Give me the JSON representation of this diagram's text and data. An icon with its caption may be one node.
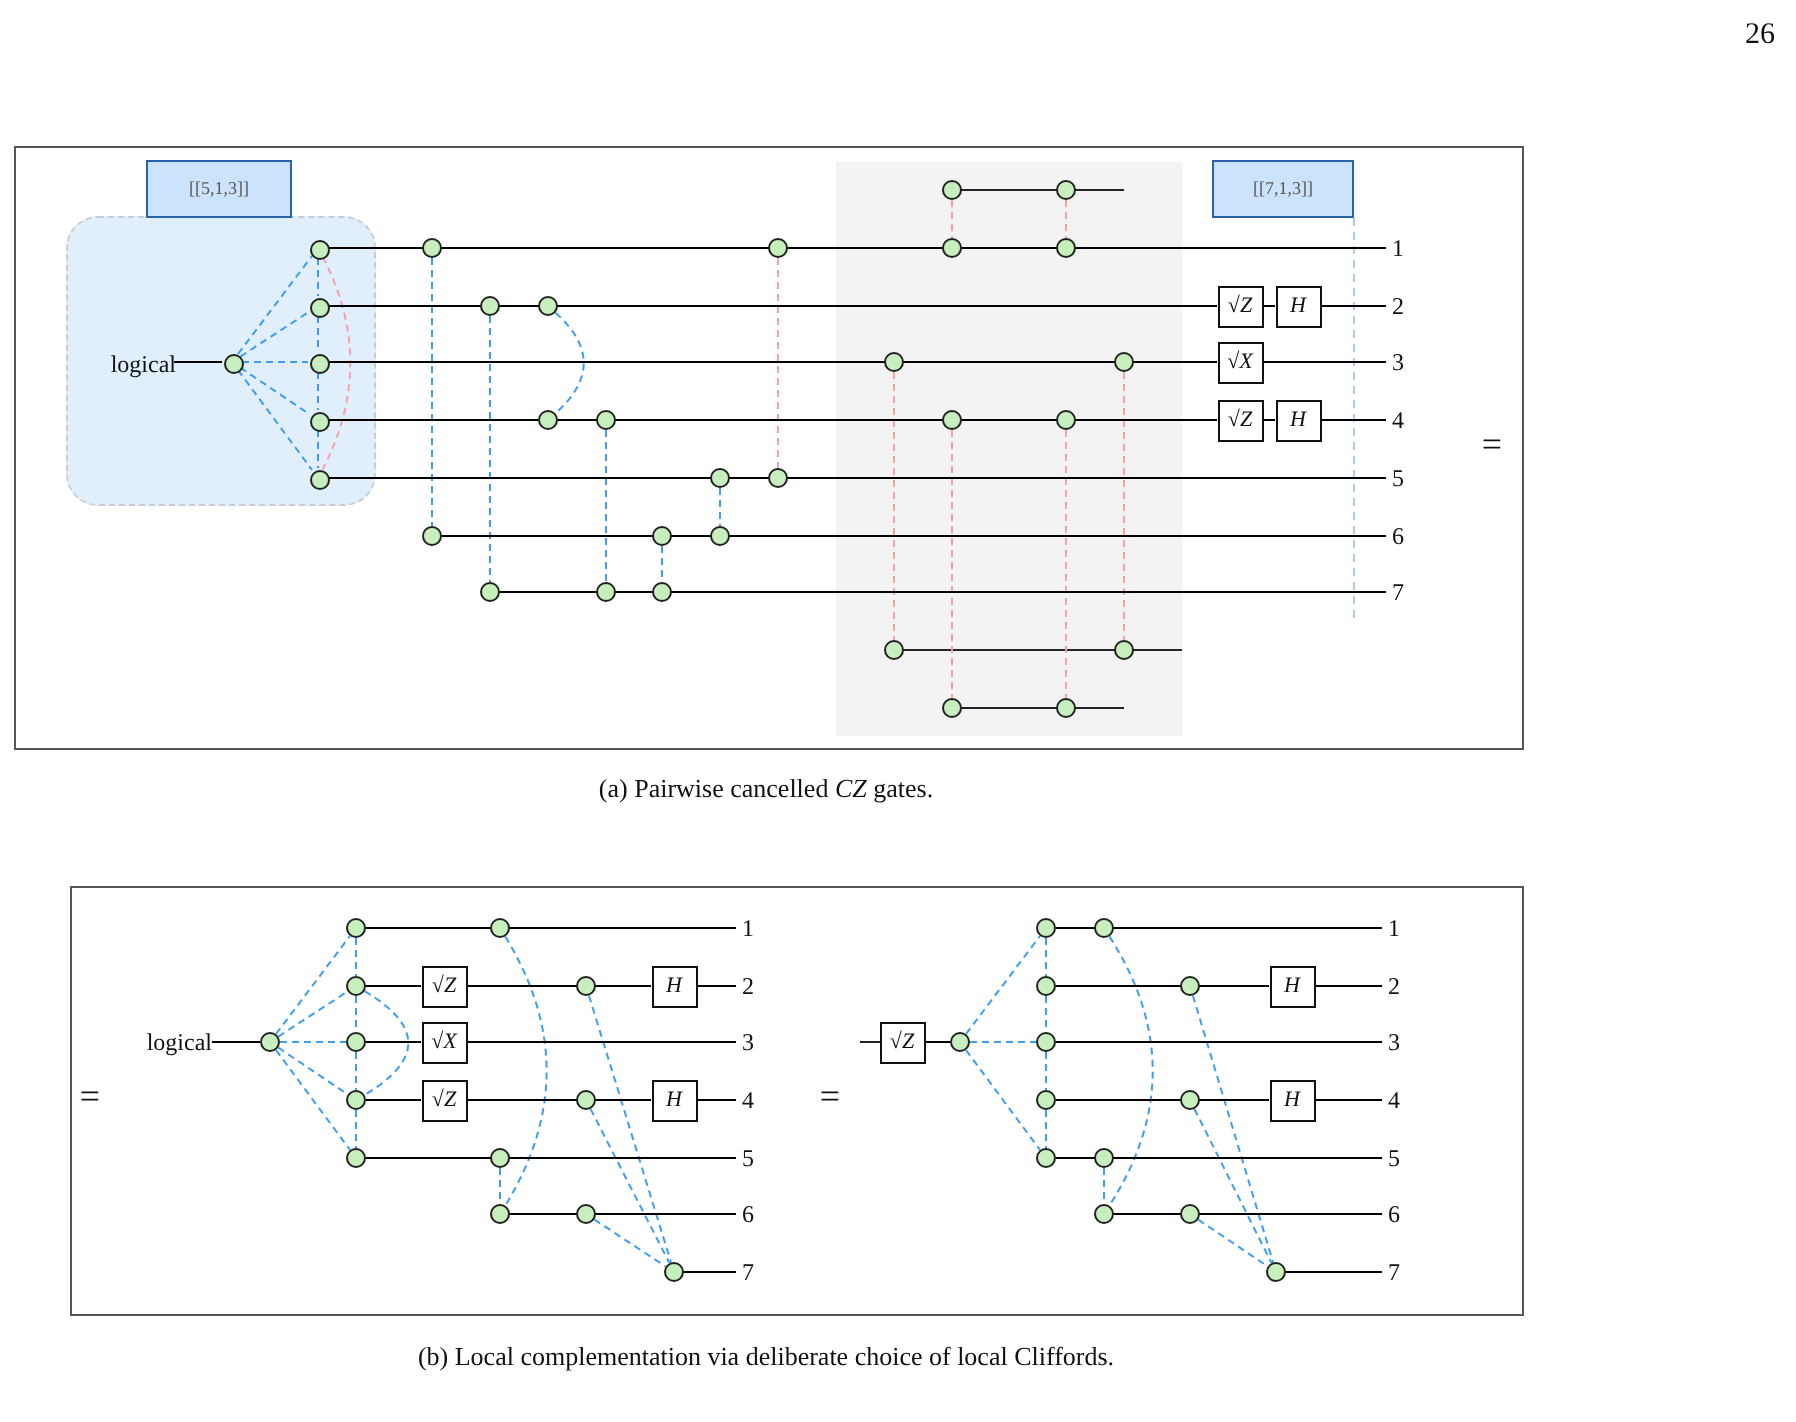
{
  "diagram": {
    "nodes": [
      {
        "text": [
          "[[5,1,3]]"
        ]
      },
      {
        "text": [],
        "shape": "box"
      },
      {
        "text": [
          "logical"
        ],
        "in": 1
      },
      {
        "text": [],
        "shape": "circle",
        "in": 1
      },
      {
        "text": [],
        "shape": "circle",
        "in": 1
      },
      {
        "text": [],
        "shape": "circle",
        "in": 1
      },
      {
        "text": [],
        "shape": "circle",
        "in": 1
      },
      {
        "text": [],
        "shape": "circle",
        "in": 1
      },
      {
        "text": [],
        "shape": "circle",
        "in": 1
      },
      {
        "text": [],
        "shape": "circle"
      },
      {
        "text": [],
        "shape": "circle"
      },
      {
        "text": [],
        "shape": "circle"
      },
      {
        "text": [],
        "shape": "circle"
      },
      {
        "text": [],
        "shape": "circle"
      },
      {
        "text": [],
        "shape": "circle"
      },
      {
        "text": [],
        "shape": "circle"
      },
      {
        "text": [],
        "shape": "circle"
      },
      {
        "text": [],
        "shape": "circle"
      },
      {
        "text": [],
        "shape": "circle"
      },
      {
        "text": [],
        "shape": "circle"
      },
      {
        "text": [],
        "shape": "circle"
      },
      {
        "text": [],
        "shape": "circle"
      },
      {
        "text": [],
        "shape": "circle"
      },
      {
        "text": [],
        "shape": "box"
      },
      {
        "text": [],
        "shape": "circle",
        "in": 23
      },
      {
        "text": [],
        "shape": "circle",
        "in": 23
      },
      {
        "text": [],
        "shape": "circle",
        "in": 23
      },
      {
        "text": [],
        "shape": "circle",
        "in": 23
      },
      {
        "text": [],
        "shape": "circle",
        "in": 23
      },
      {
        "text": [],
        "shape": "circle",
        "in": 23
      },
      {
        "text": [],
        "shape": "circle",
        "in": 23
      },
      {
        "text": [],
        "shape": "circle",
        "in": 23
      },
      {
        "text": [],
        "shape": "circle",
        "in": 23
      },
      {
        "text": [],
        "shape": "circle",
        "in": 23
      },
      {
        "text": [],
        "shape": "circle",
        "in": 23
      },
      {
        "text": [],
        "shape": "circle",
        "in": 23
      },
      {
        "text": [
          "[[7,1,3]]"
        ]
      },
      {
        "text": [
          "√Z"
        ]
      },
      {
        "text": [
          "H"
        ]
      },
      {
        "text": [
          "√X"
        ]
      },
      {
        "text": [
          "√Z"
        ]
      },
      {
        "text": [
          "H"
        ]
      },
      {
        "text": [
          "logical"
        ]
      },
      {
        "text": [],
        "shape": "circle"
      },
      {
        "text": [],
        "shape": "circle"
      },
      {
        "text": [],
        "shape": "circle"
      },
      {
        "text": [],
        "shape": "circle"
      },
      {
        "text": [],
        "shape": "circle"
      },
      {
        "text": [],
        "shape": "circle"
      },
      {
        "text": [
          "√Z"
        ]
      },
      {
        "text": [
          "√X"
        ]
      },
      {
        "text": [
          "√Z"
        ]
      },
      {
        "text": [],
        "shape": "circle"
      },
      {
        "text": [],
        "shape": "circle"
      },
      {
        "text": [],
        "shape": "circle"
      },
      {
        "text": [],
        "shape": "circle"
      },
      {
        "text": [],
        "shape": "circle"
      },
      {
        "text": [],
        "shape": "circle"
      },
      {
        "text": [],
        "shape": "circle"
      },
      {
        "text": [
          "H"
        ]
      },
      {
        "text": [
          "H"
        ]
      },
      {
        "text": [
          "√Z"
        ]
      },
      {
        "text": [],
        "shape": "circle"
      },
      {
        "text": [],
        "shape": "circle"
      },
      {
        "text": [],
        "shape": "circle"
      },
      {
        "text": [],
        "shape": "circle"
      },
      {
        "text": [],
        "shape": "circle"
      },
      {
        "text": [],
        "shape": "circle"
      },
      {
        "text": [],
        "shape": "circle"
      },
      {
        "text": [],
        "shape": "circle"
      },
      {
        "text": [],
        "shape": "circle"
      },
      {
        "text": [],
        "shape": "circle"
      },
      {
        "text": [],
        "shape": "circle"
      },
      {
        "text": [],
        "shape": "circle"
      },
      {
        "text": [],
        "shape": "circle"
      },
      {
        "text": [
          "H"
        ]
      },
      {
        "text": [
          "H"
        ]
      },
      {
        "text": [
          "1"
        ]
      },
      {
        "text": [
          "2"
        ]
      },
      {
        "text": [
          "3"
        ]
      },
      {
        "text": [
          "4"
        ]
      },
      {
        "text": [
          "5"
        ]
      },
      {
        "text": [
          "6"
        ]
      },
      {
        "text": [
          "7"
        ]
      },
      {
        "text": [
          "1"
        ]
      },
      {
        "text": [
          "2"
        ]
      },
      {
        "text": [
          "3"
        ]
      },
      {
        "text": [
          "4"
        ]
      },
      {
        "text": [
          "5"
        ]
      },
      {
        "text": [
          "6"
        ]
      },
      {
        "text": [
          "7"
        ]
      },
      {
        "text": [
          "1"
        ]
      },
      {
        "text": [
          "2"
        ]
      },
      {
        "text": [
          "3"
        ]
      },
      {
        "text": [
          "4"
        ]
      },
      {
        "text": [
          "5"
        ]
      },
      {
        "text": [
          "6"
        ]
      },
      {
        "text": [
          "7"
        ]
      }
    ],
    "edges": [
      {
        "from": 2,
        "to": 3,
        "arrow": "none",
        "color": "#000000"
      },
      {
        "from": 3,
        "to": 4,
        "arrow": "none",
        "style": "dashed"
      },
      {
        "from": 3,
        "to": 5,
        "arrow": "none",
        "style": "dashed"
      },
      {
        "from": 3,
        "to": 6,
        "arrow": "none",
        "style": "dashed"
      },
      {
        "from": 3,
        "to": 7,
        "arrow": "none",
        "style": "dashed"
      },
      {
        "from": 3,
        "to": 8,
        "arrow": "none",
        "style": "dashed"
      },
      {
        "from": 4,
        "to": 5,
        "arrow": "none",
        "style": "dashed"
      },
      {
        "from": 5,
        "to": 6,
        "arrow": "none",
        "style": "dashed"
      },
      {
        "from": 6,
        "to": 7,
        "arrow": "none",
        "style": "dashed"
      },
      {
        "from": 7,
        "to": 8,
        "arrow": "none",
        "style": "dashed"
      },
      {
        "from": 4,
        "to": 8,
        "arrow": "none",
        "style": "dashed",
        "color": "#f4a3a3"
      },
      {
        "from": 9,
        "to": 10,
        "arrow": "none",
        "style": "dashed"
      },
      {
        "from": 11,
        "to": 12,
        "arrow": "none",
        "style": "dashed"
      },
      {
        "from": 13,
        "to": 14,
        "arrow": "none",
        "style": "dashed"
      },
      {
        "from": 15,
        "to": 16,
        "arrow": "none",
        "style": "dashed"
      },
      {
        "from": 17,
        "to": 18,
        "arrow": "none",
        "style": "dashed"
      },
      {
        "from": 19,
        "to": 20,
        "arrow": "none",
        "style": "dashed"
      },
      {
        "from": 21,
        "to": 22,
        "arrow": "none",
        "style": "dashed",
        "color": "#f4a3a3"
      },
      {
        "from": 24,
        "to": 26,
        "arrow": "none",
        "style": "dashed",
        "color": "#f4a3a3"
      },
      {
        "from": 25,
        "to": 27,
        "arrow": "none",
        "style": "dashed",
        "color": "#f4a3a3"
      },
      {
        "from": 28,
        "to": 32,
        "arrow": "none",
        "style": "dashed",
        "color": "#f4a3a3"
      },
      {
        "from": 29,
        "to": 33,
        "arrow": "none",
        "style": "dashed",
        "color": "#f4a3a3"
      },
      {
        "from": 30,
        "to": 34,
        "arrow": "none",
        "style": "dashed",
        "color": "#f4a3a3"
      },
      {
        "from": 31,
        "to": 35,
        "arrow": "none",
        "style": "dashed",
        "color": "#f4a3a3"
      },
      {
        "from": 42,
        "to": 43,
        "arrow": "none",
        "color": "#000000"
      },
      {
        "from": 43,
        "to": 44,
        "arrow": "none",
        "style": "dashed"
      },
      {
        "from": 43,
        "to": 45,
        "arrow": "none",
        "style": "dashed"
      },
      {
        "from": 43,
        "to": 46,
        "arrow": "none",
        "style": "dashed"
      },
      {
        "from": 43,
        "to": 47,
        "arrow": "none",
        "style": "dashed"
      },
      {
        "from": 43,
        "to": 48,
        "arrow": "none",
        "style": "dashed"
      },
      {
        "from": 44,
        "to": 45,
        "arrow": "none",
        "style": "dashed"
      },
      {
        "from": 45,
        "to": 46,
        "arrow": "none",
        "style": "dashed"
      },
      {
        "from": 46,
        "to": 47,
        "arrow": "none",
        "style": "dashed"
      },
      {
        "from": 47,
        "to": 48,
        "arrow": "none",
        "style": "dashed"
      },
      {
        "from": 45,
        "to": 47,
        "arrow": "none",
        "style": "dashed"
      },
      {
        "from": 53,
        "to": 54,
        "arrow": "none",
        "style": "dashed"
      },
      {
        "from": 52,
        "to": 54,
        "arrow": "none",
        "style": "dashed"
      },
      {
        "from": 55,
        "to": 58,
        "arrow": "none",
        "style": "dashed"
      },
      {
        "from": 56,
        "to": 58,
        "arrow": "none",
        "style": "dashed"
      },
      {
        "from": 57,
        "to": 58,
        "arrow": "none",
        "style": "dashed"
      },
      {
        "from": 61,
        "to": 62,
        "arrow": "none",
        "color": "#000000"
      },
      {
        "from": 62,
        "to": 63,
        "arrow": "none",
        "style": "dashed"
      },
      {
        "from": 62,
        "to": 65,
        "arrow": "none",
        "style": "dashed"
      },
      {
        "from": 62,
        "to": 67,
        "arrow": "none",
        "style": "dashed"
      },
      {
        "from": 63,
        "to": 64,
        "arrow": "none",
        "style": "dashed"
      },
      {
        "from": 64,
        "to": 65,
        "arrow": "none",
        "style": "dashed"
      },
      {
        "from": 65,
        "to": 66,
        "arrow": "none",
        "style": "dashed"
      },
      {
        "from": 66,
        "to": 67,
        "arrow": "none",
        "style": "dashed"
      },
      {
        "from": 69,
        "to": 70,
        "arrow": "none",
        "style": "dashed"
      },
      {
        "from": 68,
        "to": 70,
        "arrow": "none",
        "style": "dashed"
      },
      {
        "from": 71,
        "to": 74,
        "arrow": "none",
        "style": "dashed"
      },
      {
        "from": 72,
        "to": 74,
        "arrow": "none",
        "style": "dashed"
      },
      {
        "from": 73,
        "to": 74,
        "arrow": "none",
        "style": "dashed"
      },
      {
        "from": 4,
        "to": 77,
        "arrow": "none",
        "color": "#000000"
      },
      {
        "from": 5,
        "to": 37,
        "arrow": "none",
        "color": "#000000"
      },
      {
        "from": 37,
        "to": 38,
        "arrow": "none",
        "color": "#000000"
      },
      {
        "from": 38,
        "to": 78,
        "arrow": "none",
        "color": "#000000"
      },
      {
        "from": 6,
        "to": 39,
        "arrow": "none",
        "color": "#000000"
      },
      {
        "from": 39,
        "to": 79,
        "arrow": "none",
        "color": "#000000"
      },
      {
        "from": 7,
        "to": 40,
        "arrow": "none",
        "color": "#000000"
      },
      {
        "from": 40,
        "to": 41,
        "arrow": "none",
        "color": "#000000"
      },
      {
        "from": 41,
        "to": 80,
        "arrow": "none",
        "color": "#000000"
      },
      {
        "from": 8,
        "to": 81,
        "arrow": "none",
        "color": "#000000"
      },
      {
        "from": 10,
        "to": 82,
        "arrow": "none",
        "color": "#000000"
      },
      {
        "from": 12,
        "to": 83,
        "arrow": "none",
        "color": "#000000"
      },
      {
        "from": 44,
        "to": 84,
        "arrow": "none",
        "color": "#000000"
      },
      {
        "from": 45,
        "to": 49,
        "arrow": "none",
        "color": "#000000"
      },
      {
        "from": 49,
        "to": 59,
        "arrow": "none",
        "color": "#000000"
      },
      {
        "from": 59,
        "to": 85,
        "arrow": "none",
        "color": "#000000"
      },
      {
        "from": 46,
        "to": 50,
        "arrow": "none",
        "color": "#000000"
      },
      {
        "from": 50,
        "to": 86,
        "arrow": "none",
        "color": "#000000"
      },
      {
        "from": 47,
        "to": 51,
        "arrow": "none",
        "color": "#000000"
      },
      {
        "from": 51,
        "to": 60,
        "arrow": "none",
        "color": "#000000"
      },
      {
        "from": 60,
        "to": 87,
        "arrow": "none",
        "color": "#000000"
      },
      {
        "from": 48,
        "to": 88,
        "arrow": "none",
        "color": "#000000"
      },
      {
        "from": 54,
        "to": 89,
        "arrow": "none",
        "color": "#000000"
      },
      {
        "from": 58,
        "to": 90,
        "arrow": "none",
        "color": "#000000"
      },
      {
        "from": 63,
        "to": 91,
        "arrow": "none",
        "color": "#000000"
      },
      {
        "from": 64,
        "to": 75,
        "arrow": "none",
        "color": "#000000"
      },
      {
        "from": 75,
        "to": 92,
        "arrow": "none",
        "color": "#000000"
      },
      {
        "from": 65,
        "to": 93,
        "arrow": "none",
        "color": "#000000"
      },
      {
        "from": 66,
        "to": 76,
        "arrow": "none",
        "color": "#000000"
      },
      {
        "from": 76,
        "to": 94,
        "arrow": "none",
        "color": "#000000"
      },
      {
        "from": 67,
        "to": 95,
        "arrow": "none",
        "color": "#000000"
      },
      {
        "from": 70,
        "to": 96,
        "arrow": "none",
        "color": "#000000"
      },
      {
        "from": 74,
        "to": 97,
        "arrow": "none",
        "color": "#000000"
      }
    ],
    "labels": [
      "26",
      "=",
      "(a) Pairwise cancelled *CZ* gates.",
      "=",
      "=",
      "(b) Local complementation via deliberate choice of local Cliffords."
    ]
  }
}
